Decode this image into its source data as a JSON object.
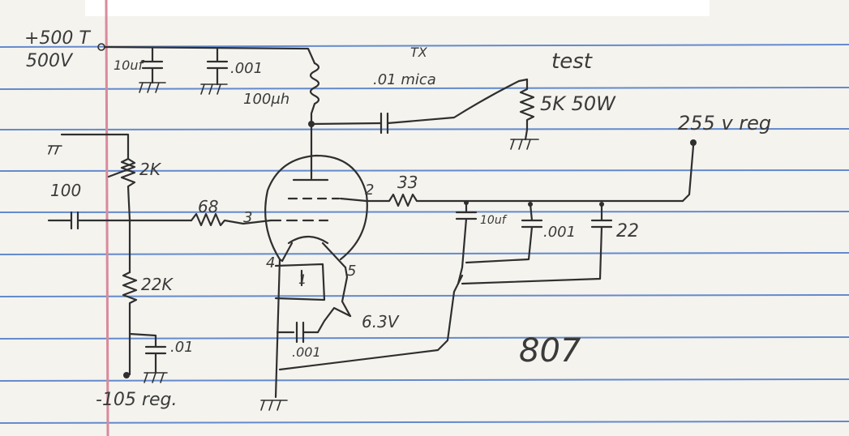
{
  "colors": {
    "paper": "#f4f3ee",
    "rule_blue": "#4a78c8",
    "margin_red": "#d98a9c",
    "pencil": "#2f2f2f",
    "top_band": "#ffffff"
  },
  "labels": {
    "supply_500_a": "+500 T",
    "supply_500_b": "500V",
    "cap_10uf_top": "10uf",
    "cap_001_top": ".001",
    "choke_100uh": "100μh",
    "tx_label": "TX",
    "mica_cap": ".01 mica",
    "test_label": "test",
    "load_resistor": "5K 50W",
    "reg_255": "255 v reg",
    "r_2k": "2K",
    "input_cap": "100",
    "r_68": "68",
    "pin_3": "3",
    "pin_2": "2",
    "r_33": "33",
    "cap_10uf_screen": "10uf",
    "cap_001_screen": ".001",
    "cap_22": "22",
    "pin_4": "4",
    "pin_1": "1",
    "pin_5": "5",
    "heater_63v": "6.3V",
    "r_22k": "22K",
    "cap_001_heater": ".001",
    "cap_01_bias": ".01",
    "bias_105": "-105 reg.",
    "tube_type": "807"
  }
}
